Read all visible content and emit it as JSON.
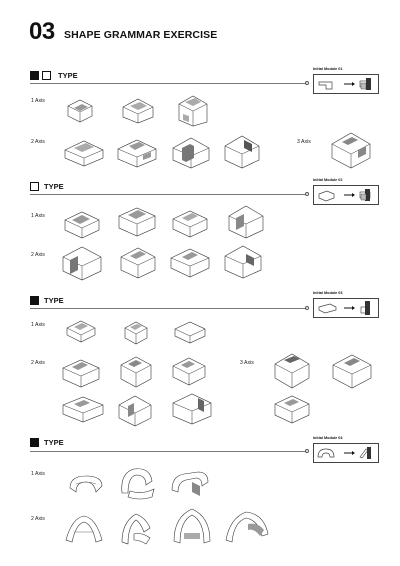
{
  "header": {
    "number": "03",
    "title": "SHAPE GRAMMAR EXERCISE"
  },
  "sections": [
    {
      "type_label": "TYPE",
      "module_title": "Initial Module 01",
      "axes": [
        "1 Axis",
        "2 Axis",
        "3 Axis"
      ]
    },
    {
      "type_label": "TYPE",
      "module_title": "Initial Module 02",
      "axes": [
        "1 Axis",
        "2 Axis"
      ]
    },
    {
      "type_label": "TYPE",
      "module_title": "Initial Module 03",
      "axes": [
        "1 Axis",
        "2 Axis",
        "3 Axis"
      ]
    },
    {
      "type_label": "TYPE",
      "module_title": "Initial Module 04",
      "axes": [
        "1 Axis",
        "2 Axis"
      ]
    }
  ]
}
